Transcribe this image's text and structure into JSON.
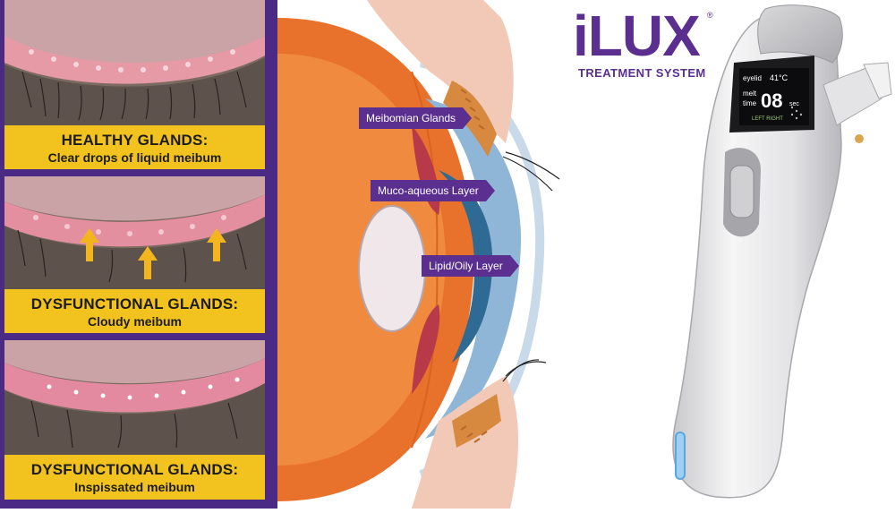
{
  "panels": [
    {
      "heading": "HEALTHY GLANDS:",
      "subtitle": "Clear drops of liquid meibum"
    },
    {
      "heading": "DYSFUNCTIONAL GLANDS:",
      "subtitle": "Cloudy meibum"
    },
    {
      "heading": "DYSFUNCTIONAL GLANDS:",
      "subtitle": "Inspissated meibum"
    }
  ],
  "diagram_labels": {
    "meibomian": "Meibomian Glands",
    "muco": "Muco-aqueous Layer",
    "lipid": "Lipid/Oily Layer"
  },
  "brand": {
    "name": "iLUX",
    "trademark": "®",
    "subtitle": "TREATMENT SYSTEM"
  },
  "device_screen": {
    "line1_label": "eyelid",
    "line1_value": "41°C",
    "line2_label": "melt",
    "line2_label2": "time",
    "line2_value": "08",
    "line2_unit": "sec",
    "line3": "LEFT  RIGHT"
  },
  "colors": {
    "panel_bg": "#4b2a86",
    "caption_bg": "#f2c21e",
    "brand_purple": "#5a2f8f",
    "arrow_yellow": "#f2b51e"
  }
}
